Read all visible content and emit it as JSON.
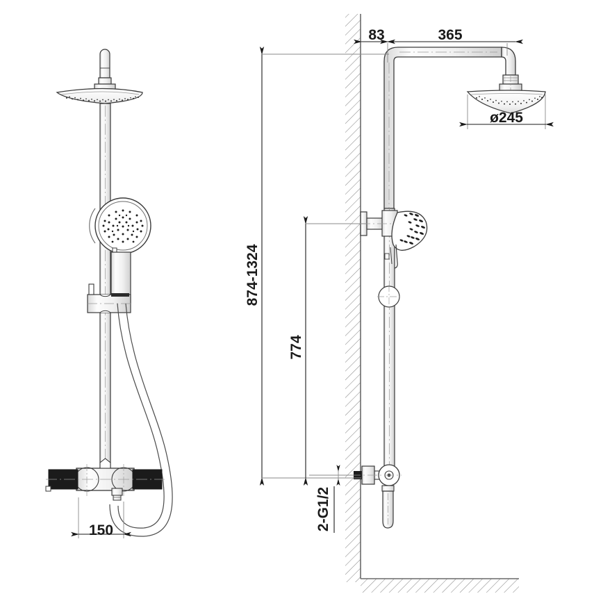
{
  "drawing": {
    "title": "Shower column technical drawing",
    "type": "dimensioned-engineering-drawing",
    "units": "mm",
    "views": [
      {
        "name": "front-view",
        "position": "left"
      },
      {
        "name": "side-view-with-wall",
        "position": "right"
      }
    ],
    "line_color": "#3a3a3a",
    "hatch_color": "#8a8a8a",
    "accent_color": "#111111",
    "background": "#ffffff"
  },
  "dimensions": {
    "wall_offset": "83",
    "arm_reach": "365",
    "head_diameter": "ø245",
    "slider_range": "874-1324",
    "outlet_height": "774",
    "inlet_thread": "2-G1/2",
    "mixer_centers": "150"
  },
  "components": {
    "rain_head": "rain-shower-head",
    "shower_arm": "shower-arm",
    "riser_rail": "riser-rail",
    "hand_shower": "hand-shower",
    "slider_bracket": "slider-bracket",
    "hose": "shower-hose",
    "mixer": "thermostatic-mixer",
    "wall": "wall-section",
    "floor": "floor-section"
  }
}
